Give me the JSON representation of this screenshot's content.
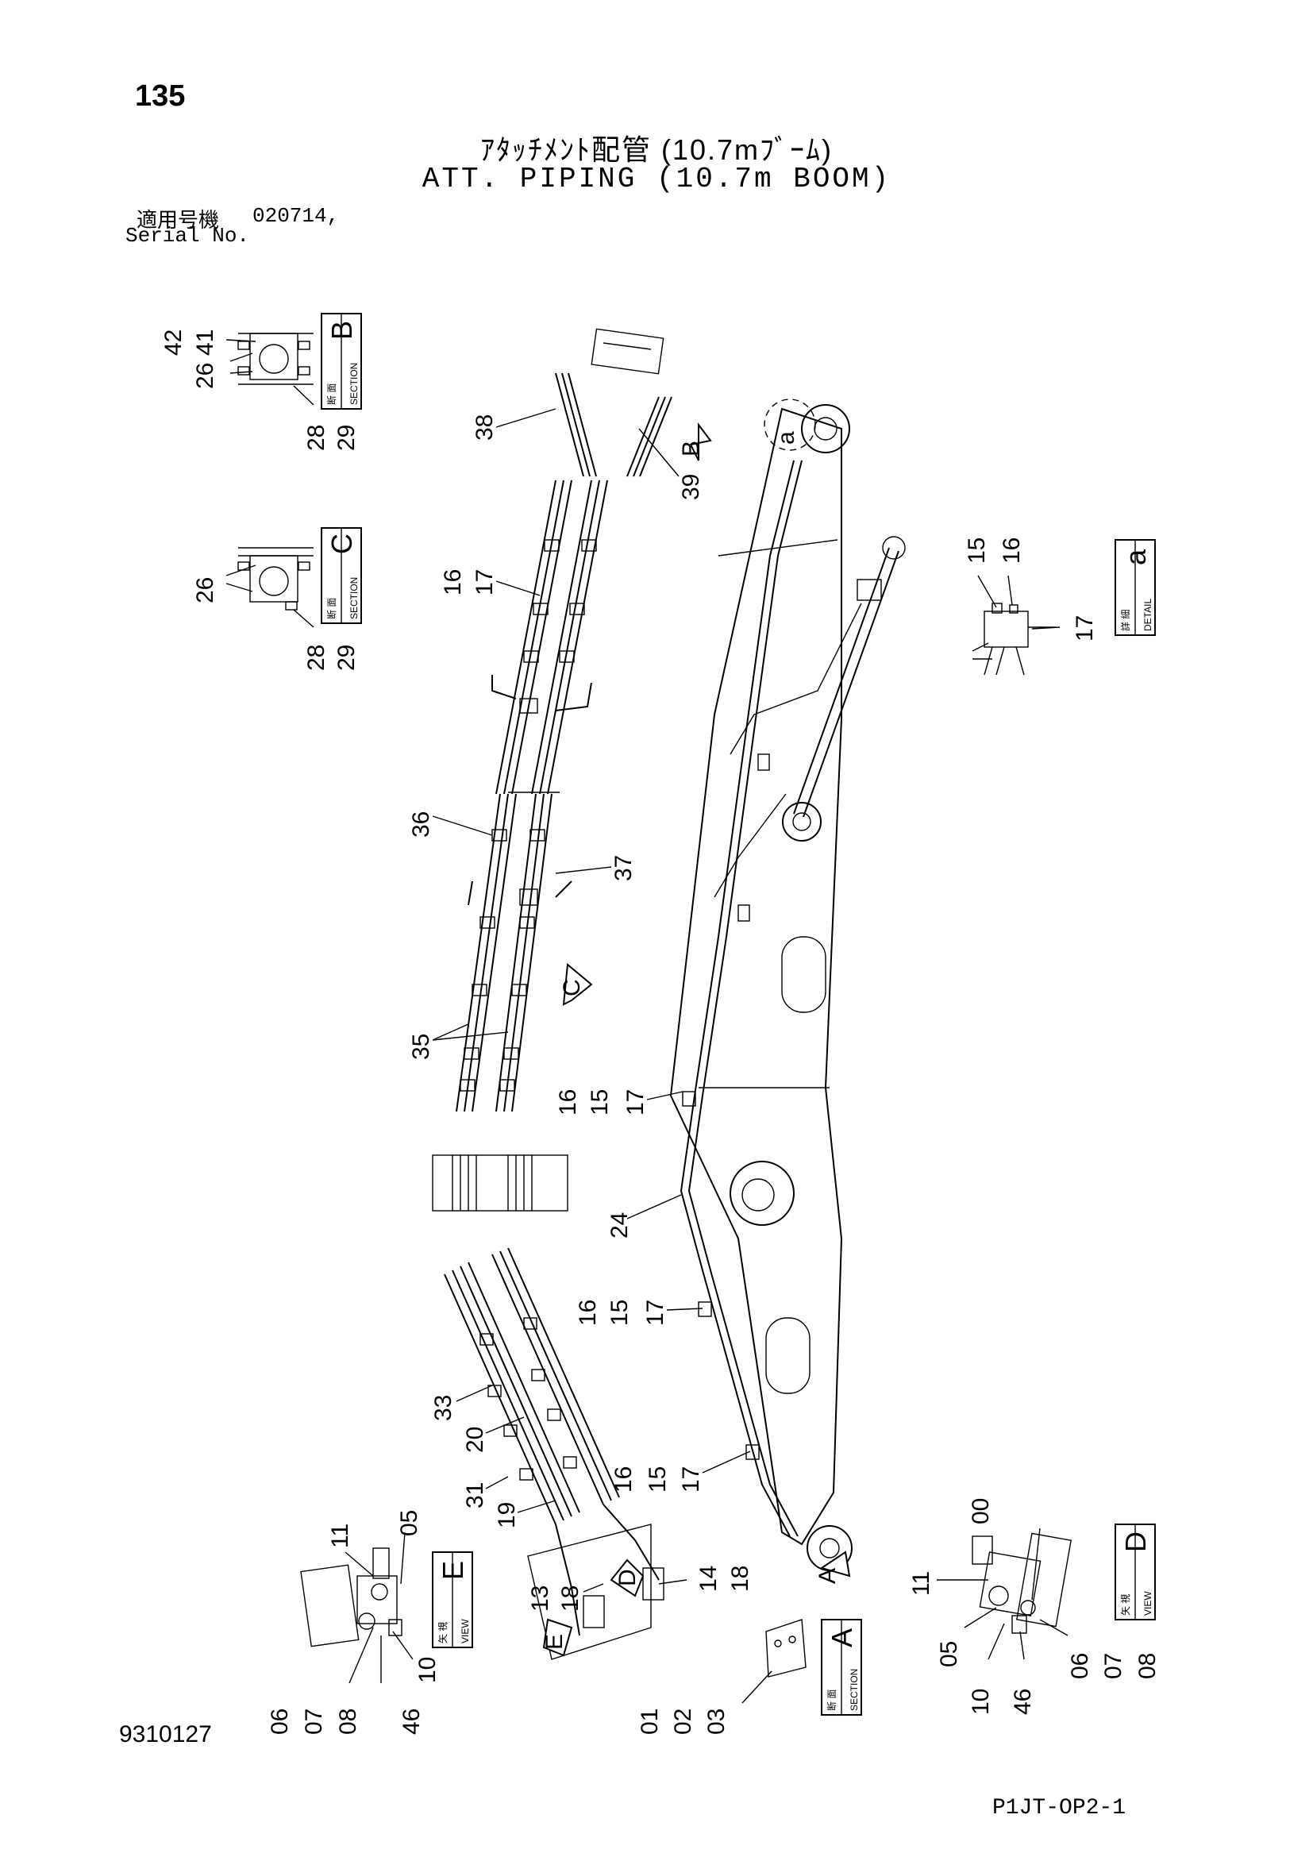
{
  "header": {
    "page_number": "135",
    "title_jp": "ｱﾀｯﾁﾒﾝﾄ配管 (10.7mﾌﾞｰﾑ)",
    "title_en": "ATT. PIPING (10.7m BOOM)",
    "serial_label_jp": "適用号機",
    "serial_value": "020714,",
    "serial_label_en": "Serial No."
  },
  "footer": {
    "drawing_number": "9310127",
    "page_code": "P1JT-OP2-1"
  },
  "view_boxes": [
    {
      "letter": "B",
      "kanji": "断 面",
      "caption": "SECTION"
    },
    {
      "letter": "C",
      "kanji": "断 面",
      "caption": "SECTION"
    },
    {
      "letter": "a",
      "kanji": "詳 細",
      "caption": "DETAIL"
    },
    {
      "letter": "E",
      "kanji": "矢 視",
      "caption": "VIEW"
    },
    {
      "letter": "D",
      "kanji": "矢 視",
      "caption": "VIEW"
    },
    {
      "letter": "A",
      "kanji": "断 面",
      "caption": "SECTION"
    }
  ],
  "arrow_markers": [
    "B",
    "C",
    "D",
    "E",
    "A"
  ],
  "detail_marker": "a",
  "callouts": {
    "secB": [
      "42",
      "26",
      "41",
      "28",
      "29"
    ],
    "secC": [
      "26",
      "28",
      "29"
    ],
    "detailA": [
      "15",
      "16",
      "17"
    ],
    "upper": [
      "38",
      "39",
      "16",
      "17"
    ],
    "middle": [
      "36",
      "37",
      "35",
      "16",
      "15",
      "17"
    ],
    "boom": [
      "24",
      "16",
      "15",
      "17",
      "16",
      "15",
      "17"
    ],
    "lower": [
      "33",
      "20",
      "31",
      "19",
      "13",
      "18",
      "14",
      "18"
    ],
    "viewE": [
      "11",
      "05",
      "06",
      "07",
      "08",
      "46",
      "10"
    ],
    "viewD": [
      "00",
      "11",
      "05",
      "10",
      "46",
      "06",
      "07",
      "08"
    ],
    "secA": [
      "01",
      "02",
      "03"
    ]
  }
}
